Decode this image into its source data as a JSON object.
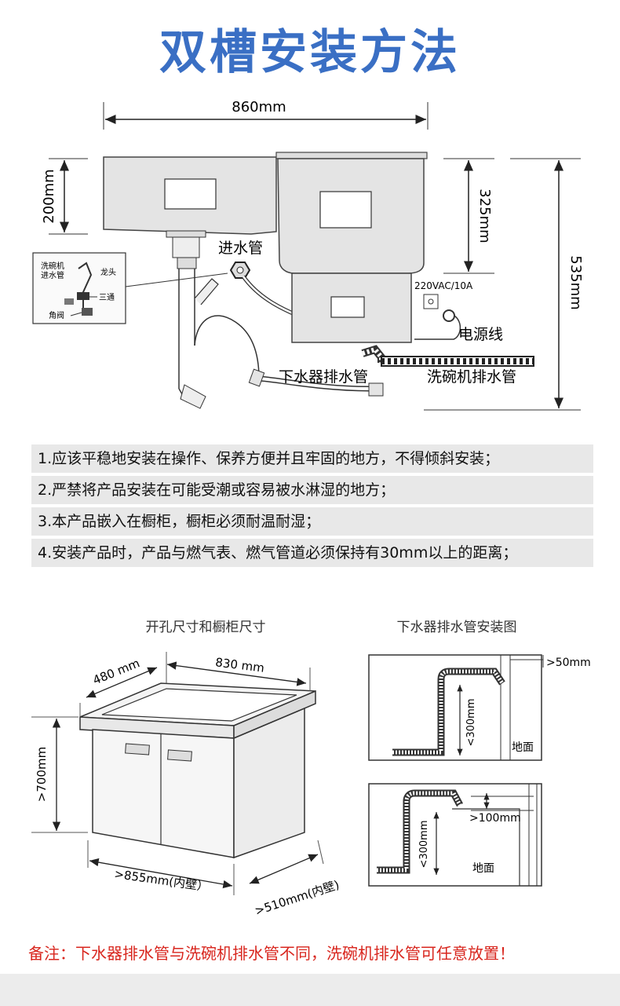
{
  "title": "双槽安装方法",
  "top_diagram": {
    "dim_width": "860mm",
    "dim_left_height": "200mm",
    "dim_right_height": "325mm",
    "dim_total_height": "535mm",
    "label_inlet": "进水管",
    "label_power_rating": "220VAC/10A",
    "label_power_cord": "电源线",
    "label_sink_drain": "下水器排水管",
    "label_dishwasher_drain": "洗碗机排水管",
    "inset": {
      "label_dishwasher_inlet": "洗碗机\n进水管",
      "label_faucet": "龙头",
      "label_tee": "三通",
      "label_angle_valve": "角阀"
    }
  },
  "notes": [
    "1.应该平稳地安装在操作、保养方便并且牢固的地方，不得倾斜安装；",
    "2.严禁将产品安装在可能受潮或容易被水淋湿的地方；",
    "3.本产品嵌入在橱柜，橱柜必须耐温耐湿；",
    "4.安装产品时，产品与燃气表、燃气管道必须保持有30mm以上的距离；"
  ],
  "cabinet_diagram": {
    "title": "开孔尺寸和橱柜尺寸",
    "dim_depth": "480 mm",
    "dim_width": "830 mm",
    "dim_height": ">700mm",
    "dim_inner_width": ">855mm(内壁）",
    "dim_inner_depth": ">510mm(内壁)"
  },
  "drain_diagram": {
    "title": "下水器排水管安装图",
    "top_gap": ">50mm",
    "top_height": "<300mm",
    "top_floor": "地面",
    "bottom_gap": ">100mm",
    "bottom_height": "<300mm",
    "bottom_floor": "地面"
  },
  "footer": "备注：下水器排水管与洗碗机排水管不同，洗碗机排水管可任意放置！"
}
